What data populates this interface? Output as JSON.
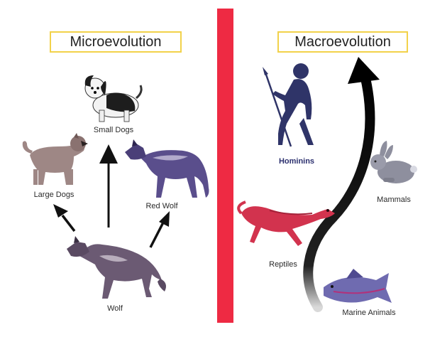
{
  "micro": {
    "title": "Microevolution",
    "labels": {
      "small_dogs": "Small Dogs",
      "large_dogs": "Large Dogs",
      "red_wolf": "Red Wolf",
      "wolf": "Wolf"
    }
  },
  "macro": {
    "title": "Macroevolution",
    "labels": {
      "hominins": "Hominins",
      "mammals": "Mammals",
      "reptiles": "Reptiles",
      "marine_animals": "Marine Animals"
    }
  },
  "colors": {
    "divider": "#ee2a43",
    "title_border": "#f2d24a",
    "wolf": "#6b5a73",
    "red_wolf": "#5a4e8c",
    "large_dog": "#9e8785",
    "hominin": "#2f3468",
    "rabbit": "#8e8f9e",
    "lizard": "#d2334e",
    "fish": "#6f6bb0",
    "arrow": "#111111"
  }
}
